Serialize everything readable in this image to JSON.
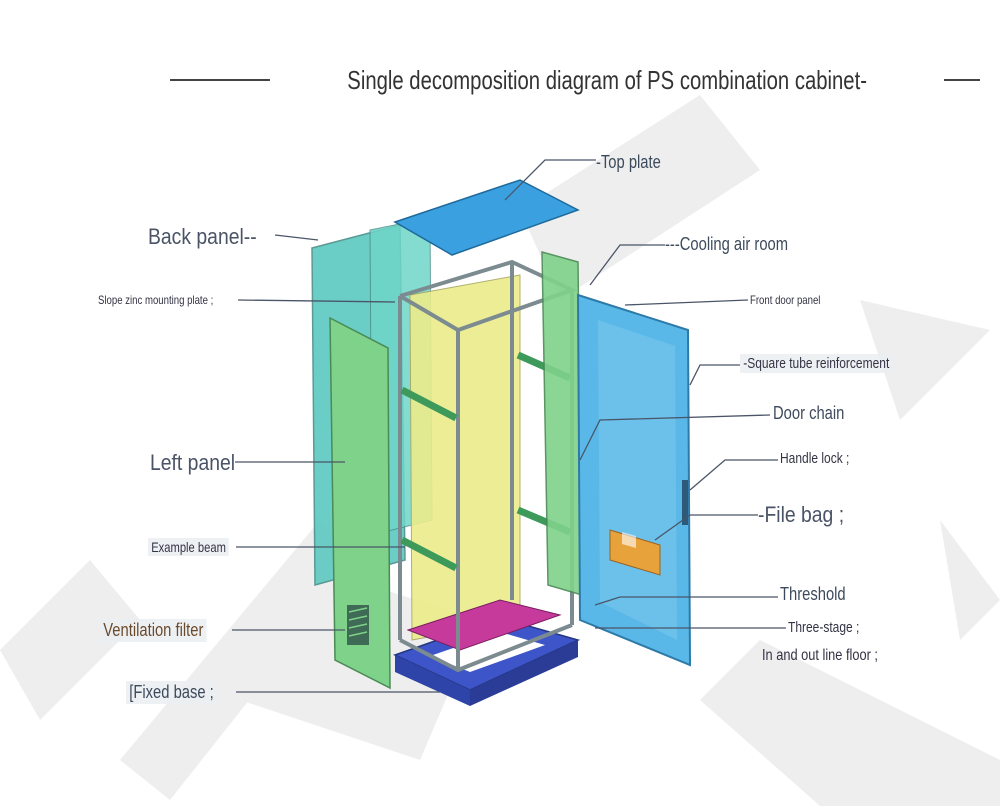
{
  "title": "Single decomposition diagram of PS combination cabinet-",
  "labels": {
    "top_plate": "-Top plate",
    "back_panel": "Back panel--",
    "cooling_air_room": "---Cooling air room",
    "slope_zinc_mounting_plate": "Slope zinc mounting plate ;",
    "front_door_panel": "Front door panel",
    "square_tube_reinforcement": "-Square tube reinforcement",
    "door_chain": "Door chain",
    "handle_lock": "Handle lock ;",
    "left_panel": "Left panel",
    "file_bag": "-File bag ;",
    "example_beam": "Example beam",
    "threshold": "Threshold",
    "ventilation_filter": "Ventilation filter",
    "three_stage": "Three-stage ;",
    "in_and_out_line_floor": "In and out line floor ;",
    "fixed_base": "[Fixed base ;"
  },
  "colors": {
    "top_plate": "#3aa0e0",
    "back_panel": "#5cc9c0",
    "side_panel": "#7fd28a",
    "front_door": "#5ab8e8",
    "frame": "#8a9aa0",
    "inner_plate": "#ecec8a",
    "floor": "#c63a9c",
    "base": "#3d55c8",
    "beam": "#3e9a5a",
    "file_bag": "#e8a23c",
    "leader": "#4a5568"
  }
}
